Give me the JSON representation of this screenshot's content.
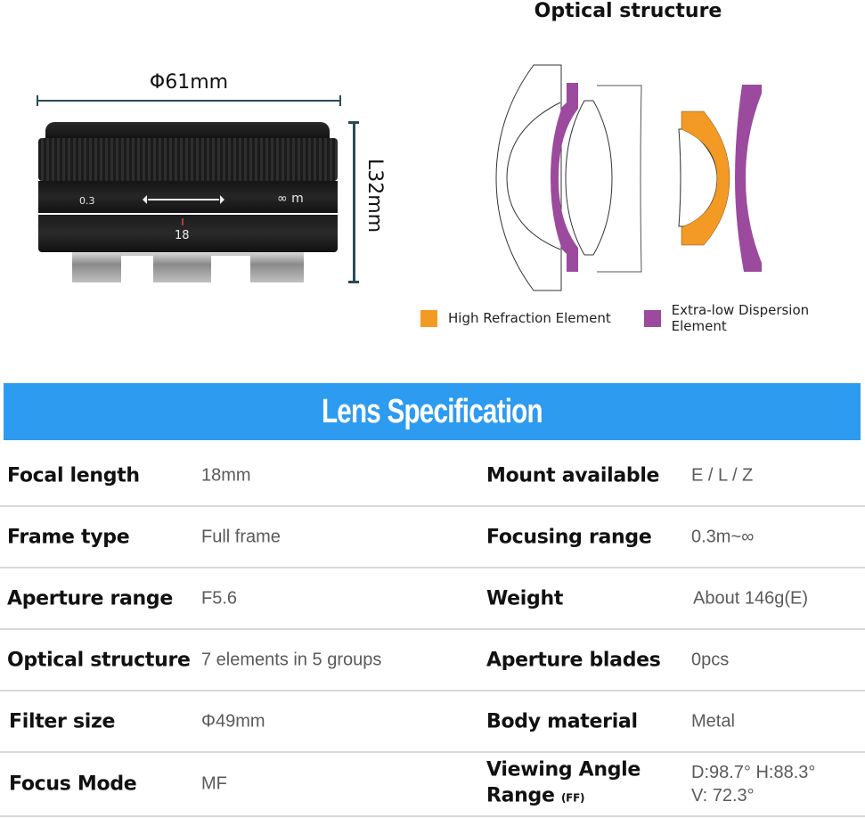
{
  "lens_illustration": {
    "diameter_label": "Φ61mm",
    "length_label": "L32mm",
    "markings": {
      "min_distance": "0.3",
      "infinity": "∞ m",
      "focal": "18"
    }
  },
  "optical_structure": {
    "title": "Optical structure",
    "legend": [
      {
        "label": "High Refraction Element",
        "color": "#f39a25"
      },
      {
        "label": "Extra-low Dispersion Element",
        "color": "#9b4a9e"
      }
    ]
  },
  "spec_banner": {
    "title": "Lens Specification",
    "color": "#2d9bef"
  },
  "specs": {
    "rows": [
      {
        "left_label": "Focal length",
        "left_value": "18mm",
        "right_label": "Mount available",
        "right_value": "E / L / Z"
      },
      {
        "left_label": "Frame type",
        "left_value": "Full frame",
        "right_label": "Focusing range",
        "right_value": "0.3m~∞"
      },
      {
        "left_label": "Aperture range",
        "left_value": "F5.6",
        "right_label": "Weight",
        "right_value": "About 146g(E)"
      },
      {
        "left_label": "Optical structure",
        "left_value": "7 elements in 5 groups",
        "right_label": "Aperture blades",
        "right_value": "0pcs"
      },
      {
        "left_label": "Filter size",
        "left_value": "Φ49mm",
        "right_label": "Body material",
        "right_value": "Metal"
      },
      {
        "left_label": "Focus Mode",
        "left_value": "MF",
        "right_label_line1": "Viewing Angle",
        "right_label_line2": "Range",
        "right_label_suffix": "(FF)",
        "right_value_line1": "D:98.7° H:88.3°",
        "right_value_line2": "V: 72.3°"
      }
    ]
  }
}
